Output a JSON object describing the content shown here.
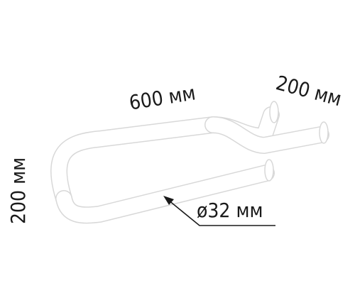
{
  "diagram": {
    "labels": {
      "length": "600 мм",
      "depth": "200 мм",
      "height": "200 мм",
      "diameter": "ø32 мм"
    },
    "colors": {
      "background": "#ffffff",
      "rail": "#ffffff",
      "rail_outline": "#dcdcdc",
      "text": "#1a1a1a",
      "leader_line": "#1a1a1a"
    }
  }
}
